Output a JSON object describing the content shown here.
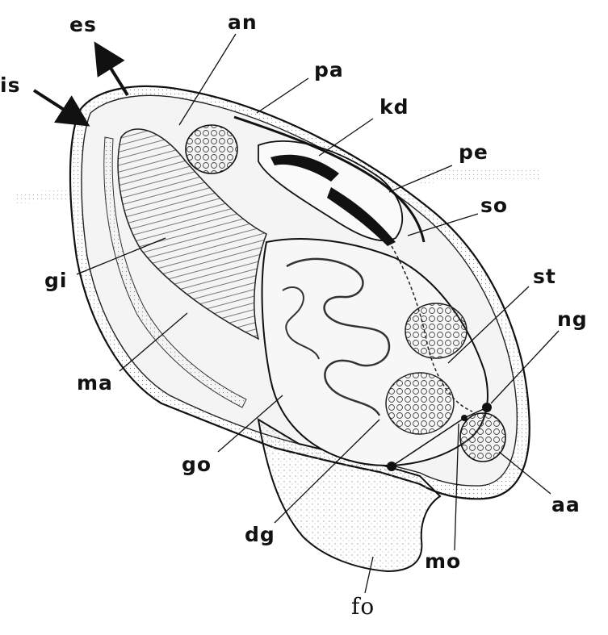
{
  "diagram": {
    "labels": {
      "is": "is",
      "es": "es",
      "an": "an",
      "pa": "pa",
      "kd": "kd",
      "pe": "pe",
      "so": "so",
      "gi": "gi",
      "st": "st",
      "ng": "ng",
      "ma": "ma",
      "go": "go",
      "aa": "aa",
      "dg": "dg",
      "mo": "mo",
      "fo": "fo"
    },
    "colors": {
      "ink": "#111111",
      "stipple": "#bdbdbd",
      "background": "#ffffff"
    }
  }
}
